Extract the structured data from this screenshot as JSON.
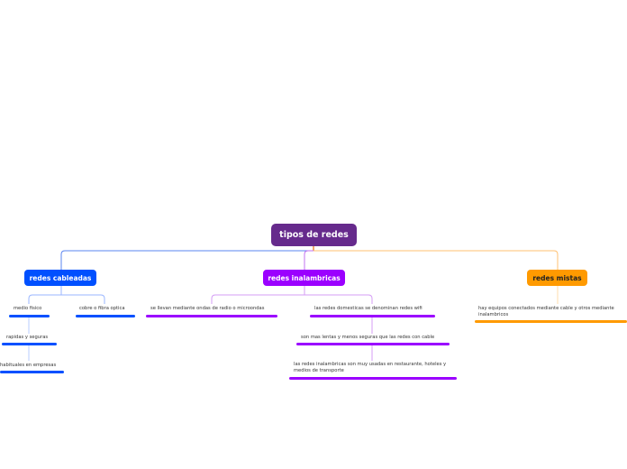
{
  "root": {
    "label": "tipos de redes",
    "color": "#662a8c"
  },
  "branches": [
    {
      "label": "redes cableadas",
      "color": "#0050ff",
      "children": [
        "medio fisico",
        "cobre o fibra optica",
        "rapidas y seguras",
        "habituales en empresas"
      ]
    },
    {
      "label": "redes inalambricas",
      "color": "#9b00ff",
      "children": [
        "se llevan mediante ondas de radio o microondas",
        "las redes domesticas se denominan redes wifi",
        "son mas lentas y menos seguras que las redes con cable",
        "las redes inalambricas son muy usadas en restaurante, hoteles y medios de transporte"
      ]
    },
    {
      "label": "redes mistas",
      "color": "#ff9a00",
      "children": [
        "hay equipos conectados mediante cable y otros mediante inalambricos"
      ]
    }
  ]
}
